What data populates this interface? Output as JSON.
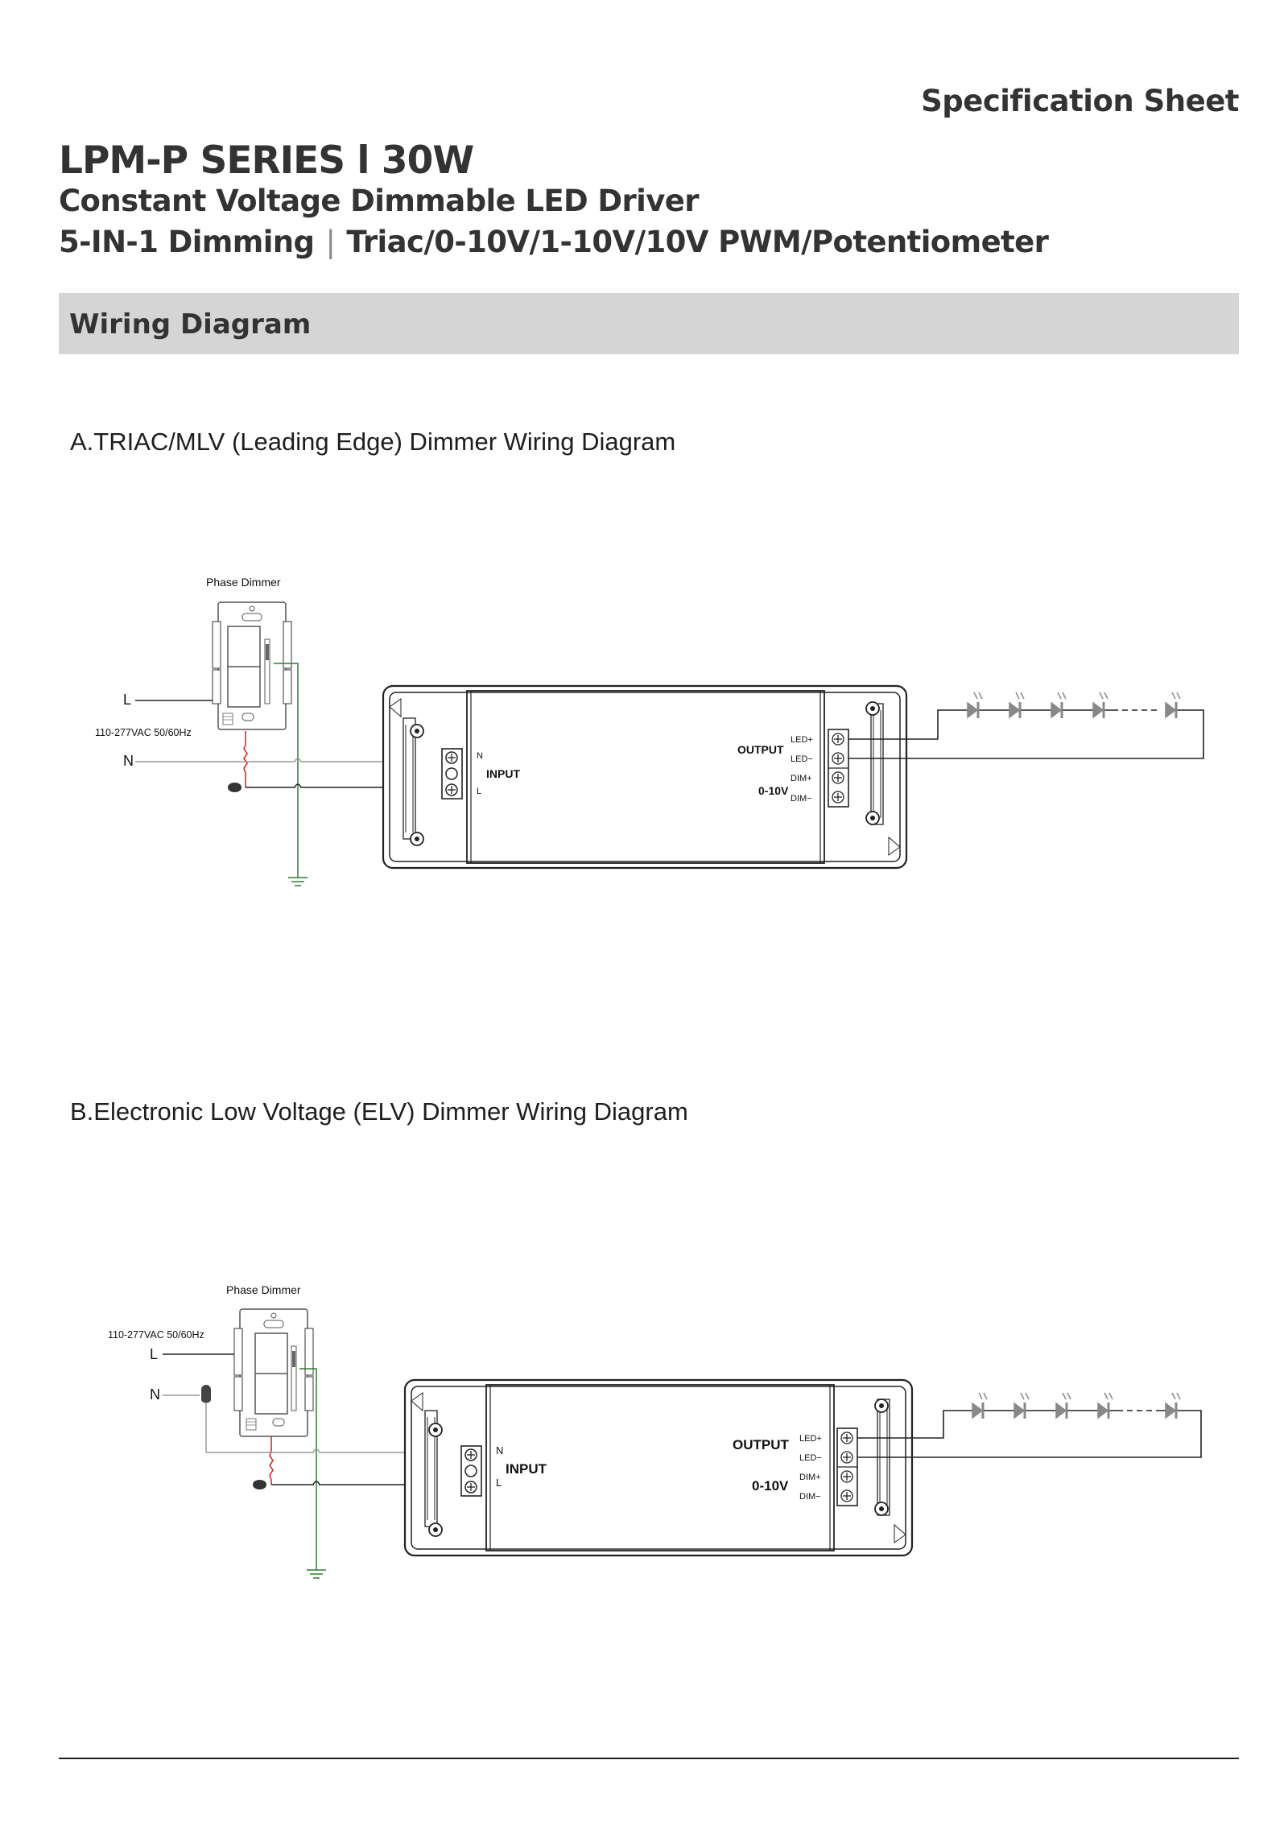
{
  "header": {
    "spec_sheet": "Specification Sheet",
    "series": "LPM-P SERIES l 30W",
    "subtitle": "Constant Voltage Dimmable LED Driver",
    "dimming_modes": "5-IN-1 Dimming",
    "separator": "|",
    "dimming_types": "Triac/0-10V/1-10V/10V PWM/Potentiometer"
  },
  "section": {
    "title": "Wiring Diagram"
  },
  "diagrams": [
    {
      "title": "A.TRIAC/MLV (Leading Edge) Dimmer Wiring Diagram",
      "dimmer_label": "Phase Dimmer",
      "line_label": "L",
      "neutral_label": "N",
      "voltage_label": "110-277VAC 50/60Hz",
      "input_label": "INPUT",
      "input_n": "N",
      "input_l": "L",
      "output_label": "OUTPUT",
      "dim_label": "0-10V",
      "led_plus": "LED+",
      "led_minus": "LED−",
      "dim_plus": "DIM+",
      "dim_minus": "DIM−"
    },
    {
      "title": "B.Electronic Low Voltage (ELV) Dimmer Wiring Diagram",
      "dimmer_label": "Phase Dimmer",
      "line_label": "L",
      "neutral_label": "N",
      "voltage_label": "110-277VAC 50/60Hz",
      "input_label": "INPUT",
      "input_n": "N",
      "input_l": "L",
      "output_label": "OUTPUT",
      "dim_label": "0-10V",
      "led_plus": "LED+",
      "led_minus": "LED−",
      "dim_plus": "DIM+",
      "dim_minus": "DIM−"
    }
  ]
}
